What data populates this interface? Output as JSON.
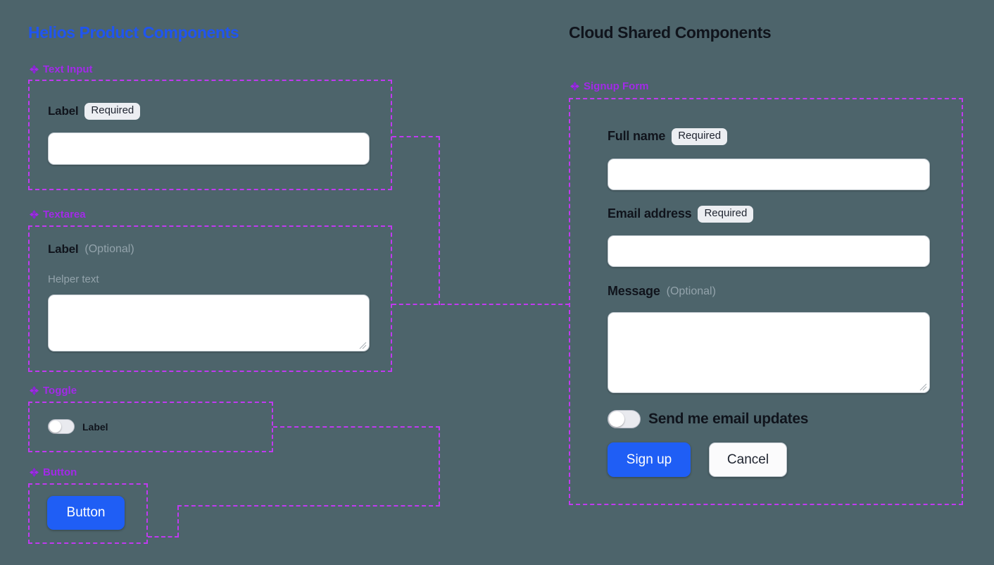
{
  "panels": {
    "left": {
      "title": "Helios Product Components",
      "sections": [
        {
          "icon": "diamond-icon",
          "label": "Text Input"
        },
        {
          "icon": "diamond-icon",
          "label": "Textarea"
        },
        {
          "icon": "diamond-icon",
          "label": "Toggle"
        },
        {
          "icon": "diamond-icon",
          "label": "Button"
        }
      ],
      "text_input": {
        "label": "Label",
        "badge": "Required",
        "value": "",
        "placeholder": ""
      },
      "textarea": {
        "label": "Label",
        "optional": "(Optional)",
        "helper": "Helper text",
        "value": "",
        "placeholder": ""
      },
      "toggle": {
        "label": "Label",
        "state": "off"
      },
      "button": {
        "label": "Button"
      }
    },
    "right": {
      "title": "Cloud Shared Components",
      "section": {
        "icon": "diamond-icon",
        "label": "Signup Form"
      },
      "fields": [
        {
          "label": "Full name",
          "badge": "Required",
          "value": "",
          "placeholder": ""
        },
        {
          "label": "Email address",
          "badge": "Required",
          "value": "",
          "placeholder": ""
        }
      ],
      "message": {
        "label": "Message",
        "optional": "(Optional)",
        "value": "",
        "placeholder": ""
      },
      "toggle": {
        "label": "Send me email updates",
        "state": "off"
      },
      "actions": {
        "primary": "Sign up",
        "secondary": "Cancel"
      }
    }
  },
  "colors": {
    "background": "#4d646b",
    "title_left": "#2055f0",
    "title_right": "#10141c",
    "section_label": "#a22ae8",
    "connector": "#c03af0",
    "primary_button": "#1f5ef5",
    "badge_bg": "#eceef2",
    "muted_text": "#93a3ab"
  }
}
